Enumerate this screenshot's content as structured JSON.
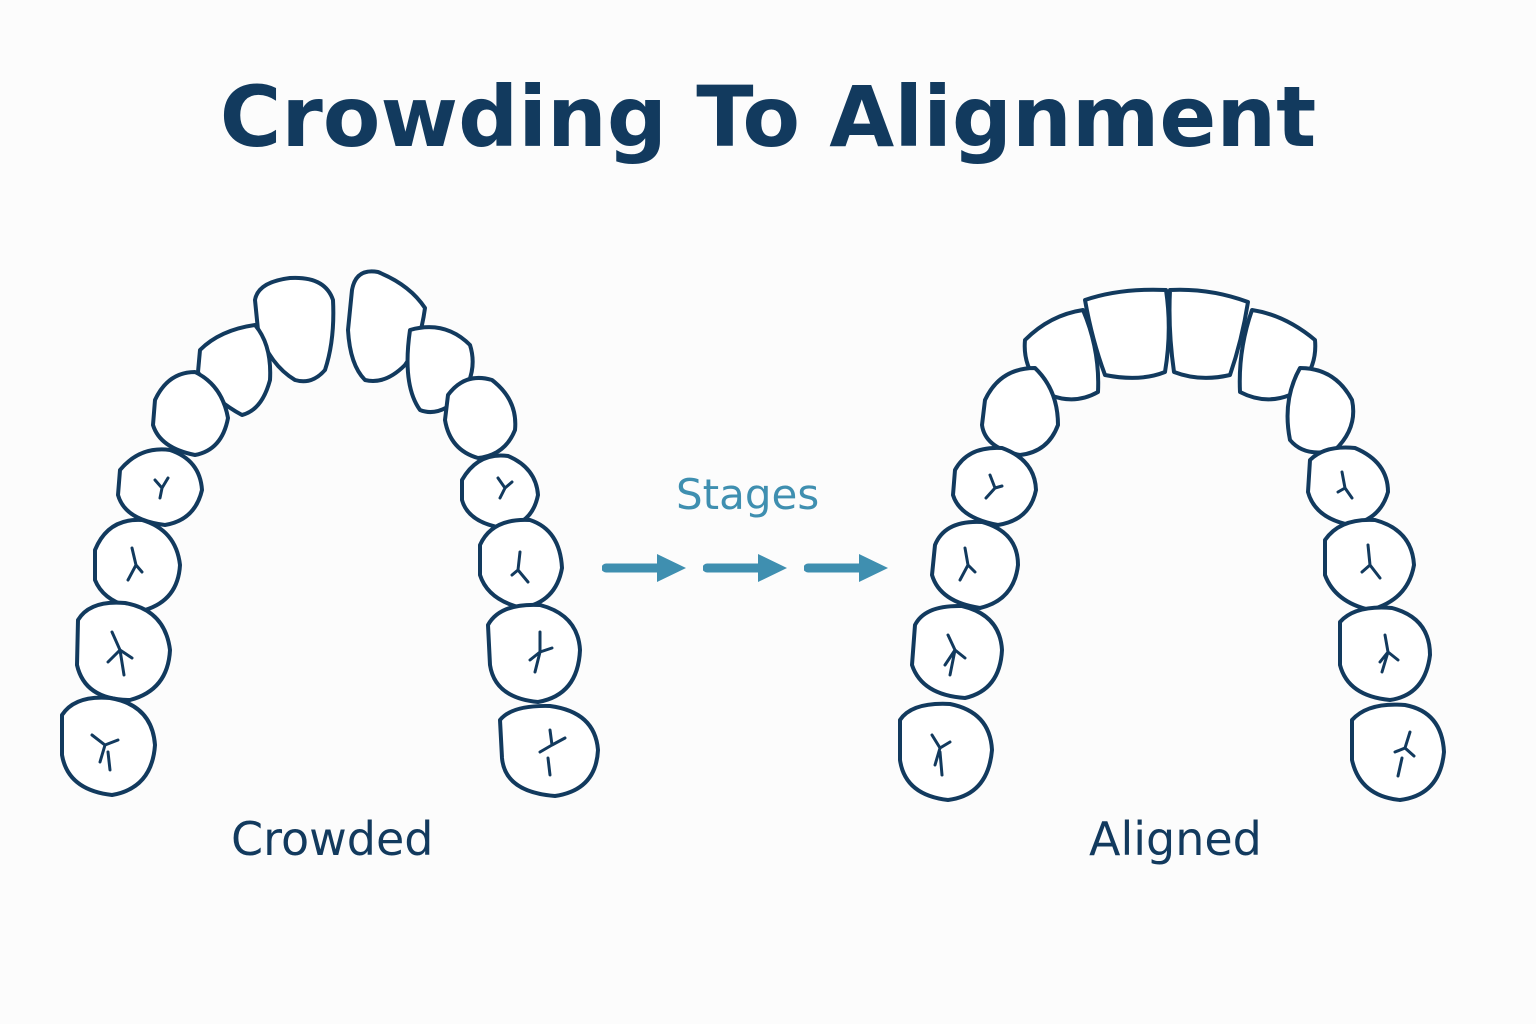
{
  "title": "Crowding To Alignment",
  "stages_label": "Stages",
  "crowded_label": "Crowded",
  "aligned_label": "Aligned",
  "colors": {
    "outline": "#123a5e",
    "arrow": "#3f8fb0",
    "background": "#fcfcfc"
  }
}
